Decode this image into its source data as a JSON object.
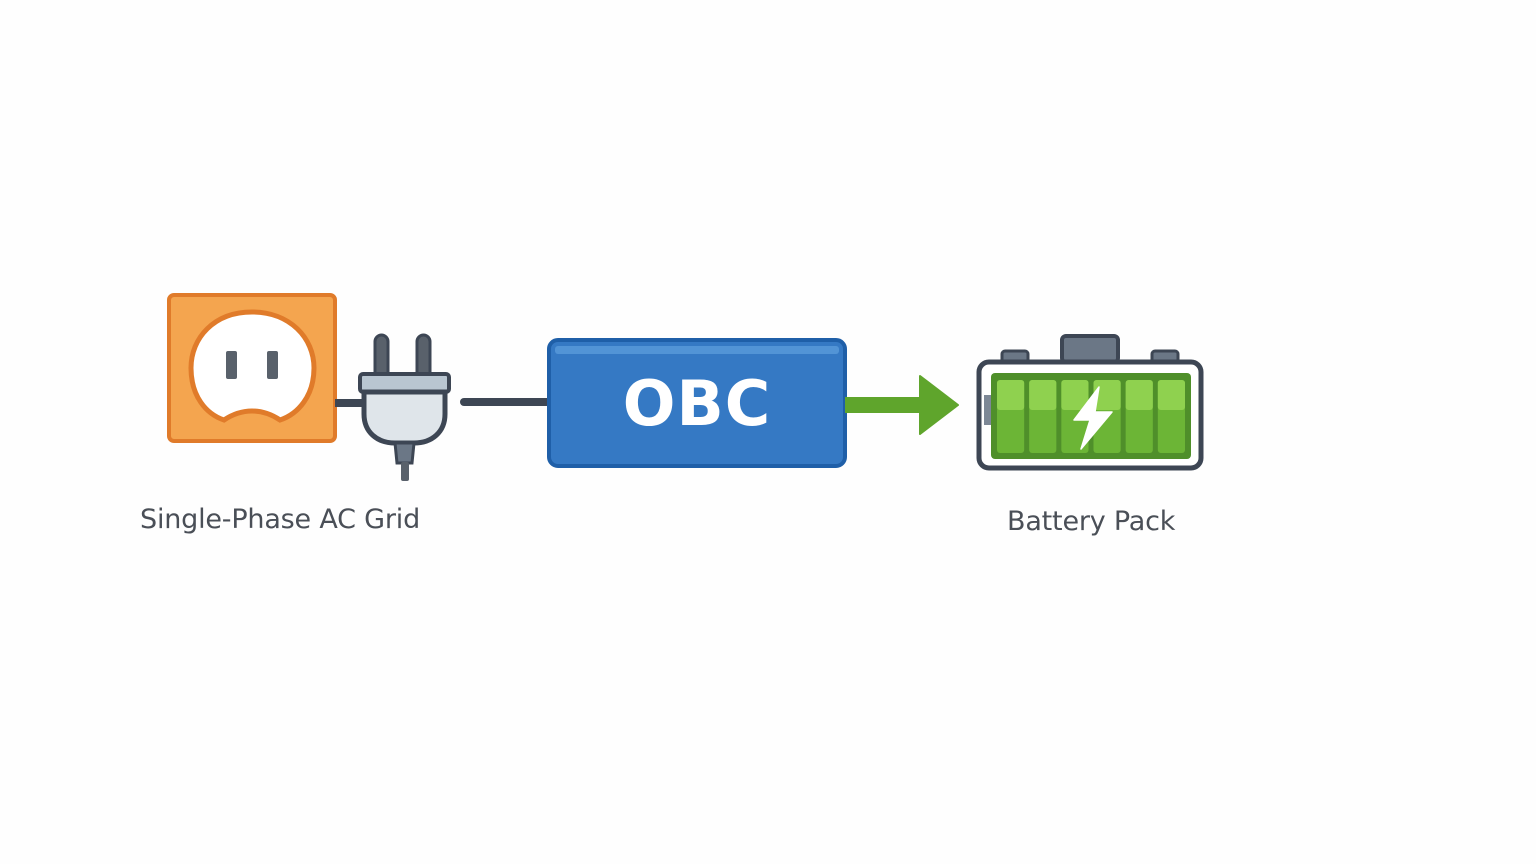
{
  "diagram": {
    "title": "Single-phase AC charging path through On-Board Charger",
    "nodes": [
      {
        "id": "grid",
        "label": "Single-Phase AC Grid",
        "icon": "ac-outlet-icon",
        "color": "#f2a04e",
        "border": "#e07b2a"
      },
      {
        "id": "plug",
        "label": "",
        "icon": "plug-icon",
        "color": "#dfe5ea",
        "border": "#3d4654"
      },
      {
        "id": "obc",
        "label": "OBC",
        "icon": "",
        "color": "#3579c4",
        "border": "#1f5fa8"
      },
      {
        "id": "battery",
        "label": "Battery Pack",
        "icon": "battery-icon",
        "color": "#7cc23e",
        "border": "#3d4654"
      }
    ],
    "edges": [
      {
        "from": "grid",
        "to": "plug",
        "style": "line",
        "color": "#3d4654"
      },
      {
        "from": "plug",
        "to": "obc",
        "style": "line",
        "color": "#3d4654"
      },
      {
        "from": "obc",
        "to": "battery",
        "style": "arrow",
        "color": "#5fa52c"
      }
    ],
    "battery_cells": 6,
    "battery_symbol": "lightning-bolt"
  }
}
